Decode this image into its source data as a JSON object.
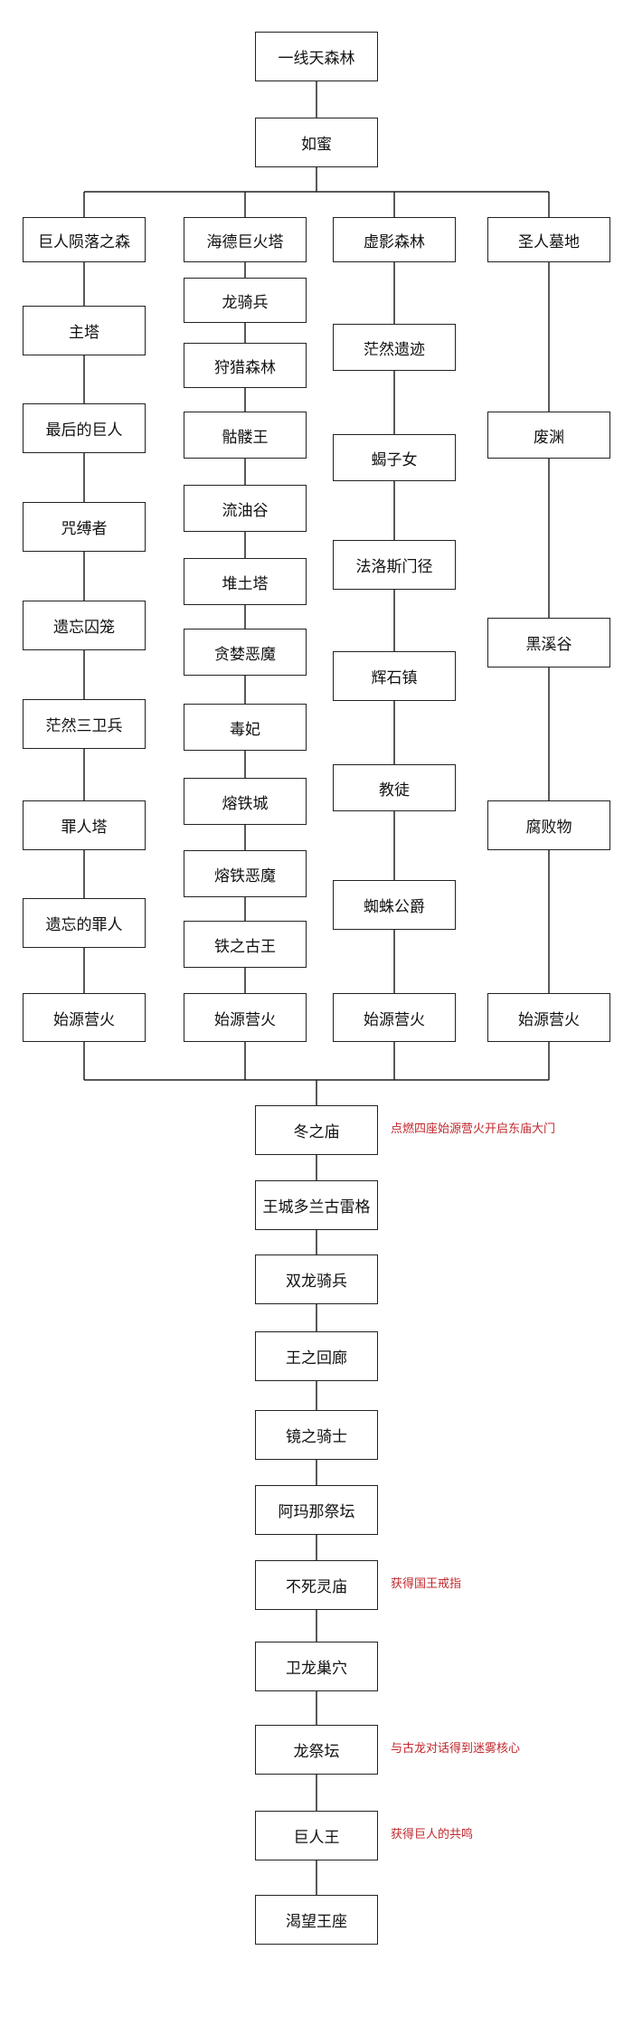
{
  "top": [
    "一线天森林",
    "如蜜"
  ],
  "columns": [
    [
      "巨人陨落之森",
      "主塔",
      "最后的巨人",
      "咒缚者",
      "遗忘囚笼",
      "茫然三卫兵",
      "罪人塔",
      "遗忘的罪人",
      "始源营火"
    ],
    [
      "海德巨火塔",
      "龙骑兵",
      "狩猎森林",
      "骷髅王",
      "流油谷",
      "堆土塔",
      "贪婪恶魔",
      "毒妃",
      "熔铁城",
      "熔铁恶魔",
      "铁之古王",
      "始源营火"
    ],
    [
      "虚影森林",
      "茫然遗迹",
      "蝎子女",
      "法洛斯门径",
      "辉石镇",
      "教徒",
      "蜘蛛公爵",
      "始源营火"
    ],
    [
      "圣人墓地",
      "废渊",
      "黑溪谷",
      "腐败物",
      "始源营火"
    ]
  ],
  "bottom": [
    {
      "label": "冬之庙",
      "note": "点燃四座始源营火开启东庙大门"
    },
    {
      "label": "王城多兰古雷格",
      "note": ""
    },
    {
      "label": "双龙骑兵",
      "note": ""
    },
    {
      "label": "王之回廊",
      "note": ""
    },
    {
      "label": "镜之骑士",
      "note": ""
    },
    {
      "label": "阿玛那祭坛",
      "note": ""
    },
    {
      "label": "不死灵庙",
      "note": "获得国王戒指"
    },
    {
      "label": "卫龙巢穴",
      "note": ""
    },
    {
      "label": "龙祭坛",
      "note": "与古龙对话得到迷雾核心"
    },
    {
      "label": "巨人王",
      "note": "获得巨人的共鸣"
    },
    {
      "label": "渴望王座",
      "note": ""
    }
  ],
  "colors": {
    "line": "#222222",
    "note": "#c0282d"
  }
}
